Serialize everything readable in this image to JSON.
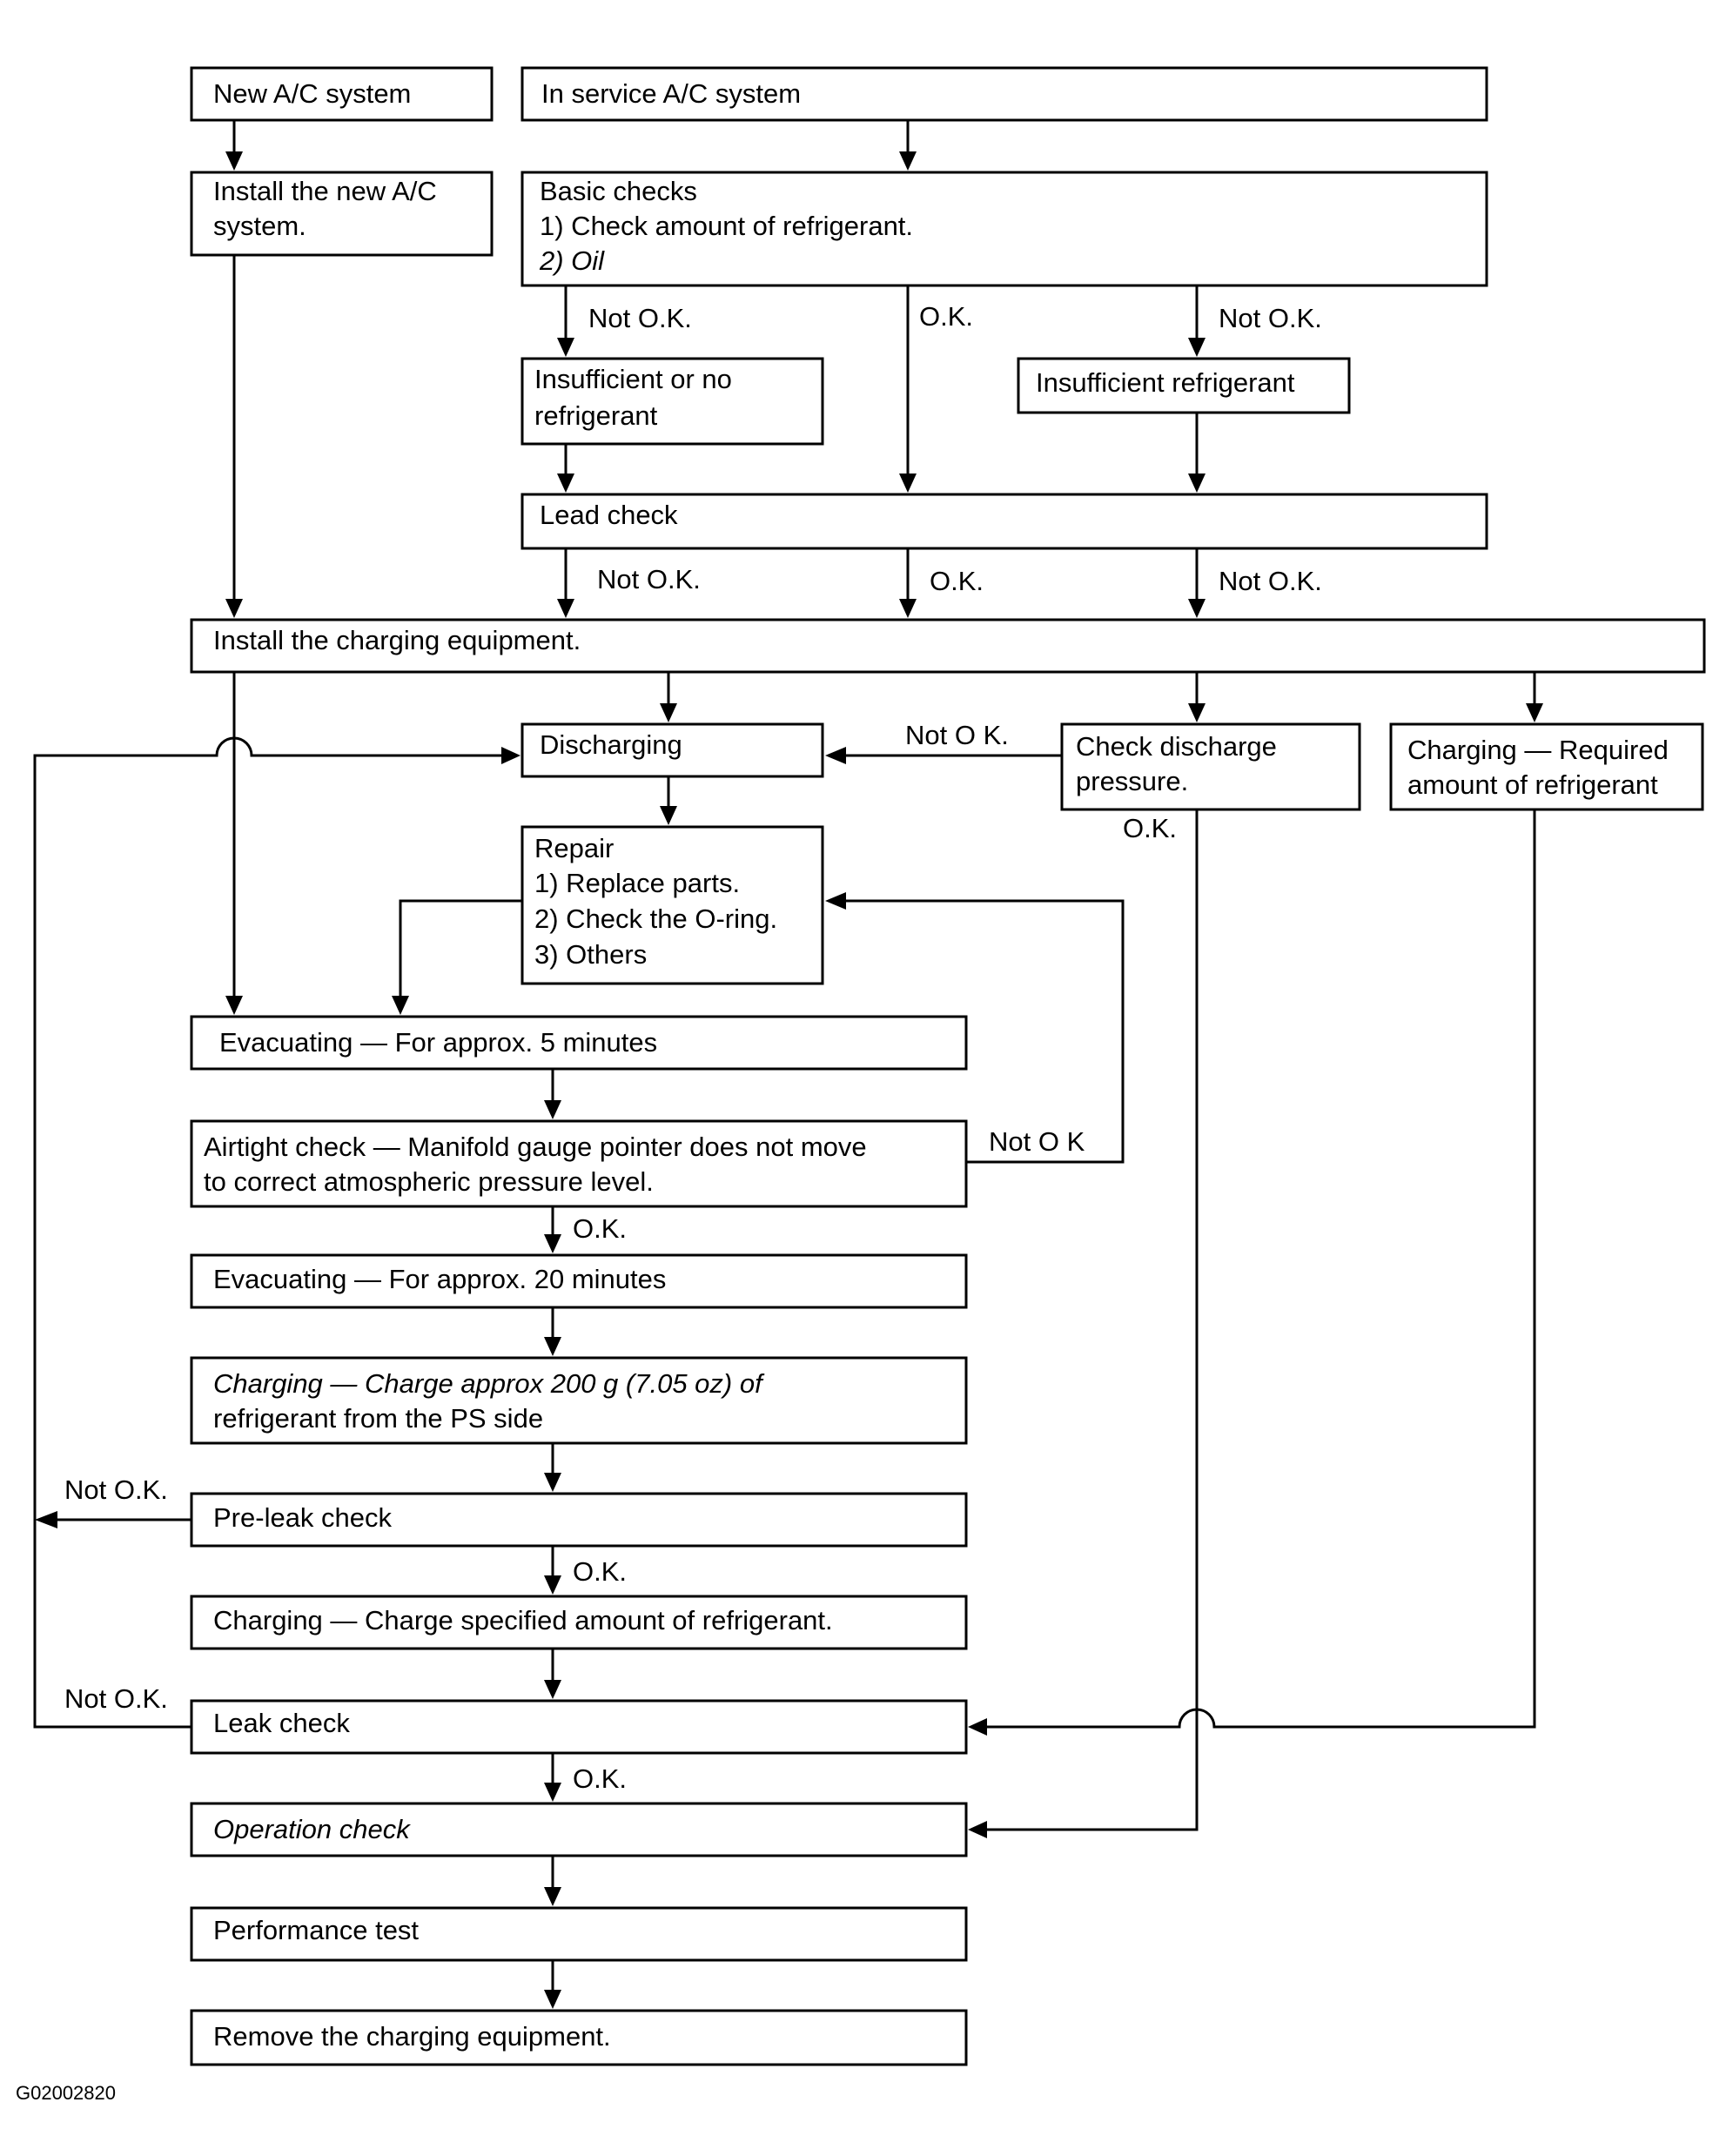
{
  "nodes": {
    "new_ac": "New A/C system",
    "in_service": "In service A/C system",
    "install_new_1": "Install the new A/C",
    "install_new_2": "system.",
    "basic_1": "Basic checks",
    "basic_2": "1) Check amount of refrigerant.",
    "basic_3": "2) Oil",
    "insufficient_no_1": "Insufficient or no",
    "insufficient_no_2": "refrigerant",
    "insufficient": "Insufficient refrigerant",
    "lead_check": "Lead check",
    "install_charging": "Install the charging equipment.",
    "discharging": "Discharging",
    "check_discharge_1": "Check discharge",
    "check_discharge_2": "pressure.",
    "charging_required_1": "Charging — Required",
    "charging_required_2": "amount of refrigerant",
    "repair_1": "Repair",
    "repair_2": "1) Replace parts.",
    "repair_3": "2) Check the O-ring.",
    "repair_4": "3) Others",
    "evac_5": "Evacuating — For approx. 5 minutes",
    "airtight_1": "Airtight check — Manifold gauge pointer does not move",
    "airtight_2": "to correct atmospheric pressure level.",
    "evac_20": "Evacuating — For approx. 20 minutes",
    "charge_200_1": "Charging — Charge approx 200 g (7.05 oz) of",
    "charge_200_2": "refrigerant from the PS side",
    "pre_leak": "Pre-leak check",
    "charge_spec": "Charging — Charge specified amount of refrigerant.",
    "leak_check": "Leak check",
    "operation_check": "Operation check",
    "performance_test": "Performance test",
    "remove_charging": "Remove the charging equipment."
  },
  "labels": {
    "basic_left_notok": "Not O.K.",
    "basic_mid_ok": "O.K.",
    "basic_right_notok": "Not O.K.",
    "lead_left_notok": "Not O.K.",
    "lead_mid_ok": "O.K.",
    "lead_right_notok": "Not O.K.",
    "discharge_notok": "Not O K.",
    "discharge_ok": "O.K.",
    "airtight_notok": "Not O K",
    "airtight_ok": "O.K.",
    "preleak_notok": "Not O.K.",
    "preleak_ok": "O.K.",
    "leak_notok": "Not O.K.",
    "leak_ok": "O.K."
  },
  "figure_code": "G02002820"
}
